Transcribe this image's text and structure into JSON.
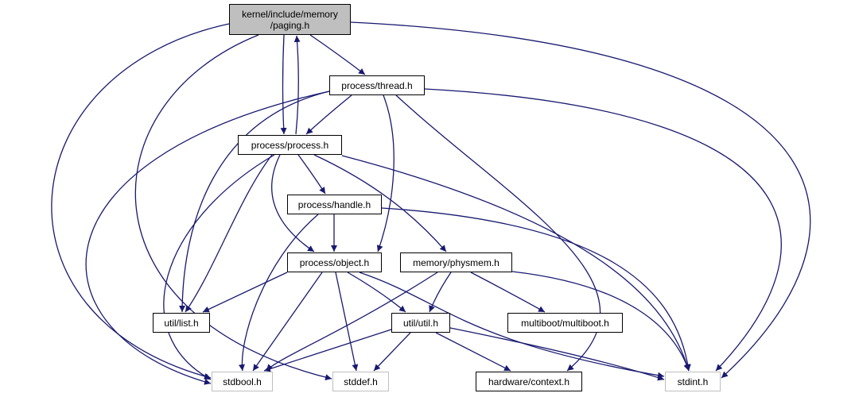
{
  "colors": {
    "edge": "#191970",
    "border": "#000000",
    "undocumented_border": "#bfbfbf",
    "root_fill": "#bfbfbf",
    "fill": "#ffffff"
  },
  "nodes": {
    "paging": {
      "label_line1": "kernel/include/memory",
      "label_line2": "/paging.h"
    },
    "thread": {
      "label": "process/thread.h"
    },
    "process": {
      "label": "process/process.h"
    },
    "handle": {
      "label": "process/handle.h"
    },
    "object": {
      "label": "process/object.h"
    },
    "physmem": {
      "label": "memory/physmem.h"
    },
    "list": {
      "label": "util/list.h"
    },
    "util": {
      "label": "util/util.h"
    },
    "multiboot": {
      "label": "multiboot/multiboot.h"
    },
    "stdbool": {
      "label": "stdbool.h"
    },
    "stddef": {
      "label": "stddef.h"
    },
    "context": {
      "label": "hardware/context.h"
    },
    "stdint": {
      "label": "stdint.h"
    }
  },
  "edges": [
    [
      "paging",
      "thread"
    ],
    [
      "paging",
      "process"
    ],
    [
      "paging",
      "stdbool"
    ],
    [
      "paging",
      "stddef"
    ],
    [
      "paging",
      "stdint"
    ],
    [
      "thread",
      "process"
    ],
    [
      "thread",
      "object"
    ],
    [
      "thread",
      "list"
    ],
    [
      "thread",
      "stdbool"
    ],
    [
      "thread",
      "context"
    ],
    [
      "thread",
      "stdint"
    ],
    [
      "process",
      "paging"
    ],
    [
      "process",
      "handle"
    ],
    [
      "process",
      "object"
    ],
    [
      "process",
      "physmem"
    ],
    [
      "process",
      "list"
    ],
    [
      "process",
      "stdbool"
    ],
    [
      "process",
      "stdint"
    ],
    [
      "handle",
      "object"
    ],
    [
      "handle",
      "stdbool"
    ],
    [
      "handle",
      "stdint"
    ],
    [
      "object",
      "list"
    ],
    [
      "object",
      "util"
    ],
    [
      "object",
      "stdbool"
    ],
    [
      "object",
      "stddef"
    ],
    [
      "object",
      "stdint"
    ],
    [
      "physmem",
      "util"
    ],
    [
      "physmem",
      "multiboot"
    ],
    [
      "physmem",
      "stdbool"
    ],
    [
      "physmem",
      "stdint"
    ],
    [
      "util",
      "stdbool"
    ],
    [
      "util",
      "stddef"
    ],
    [
      "util",
      "context"
    ],
    [
      "util",
      "stdint"
    ]
  ]
}
